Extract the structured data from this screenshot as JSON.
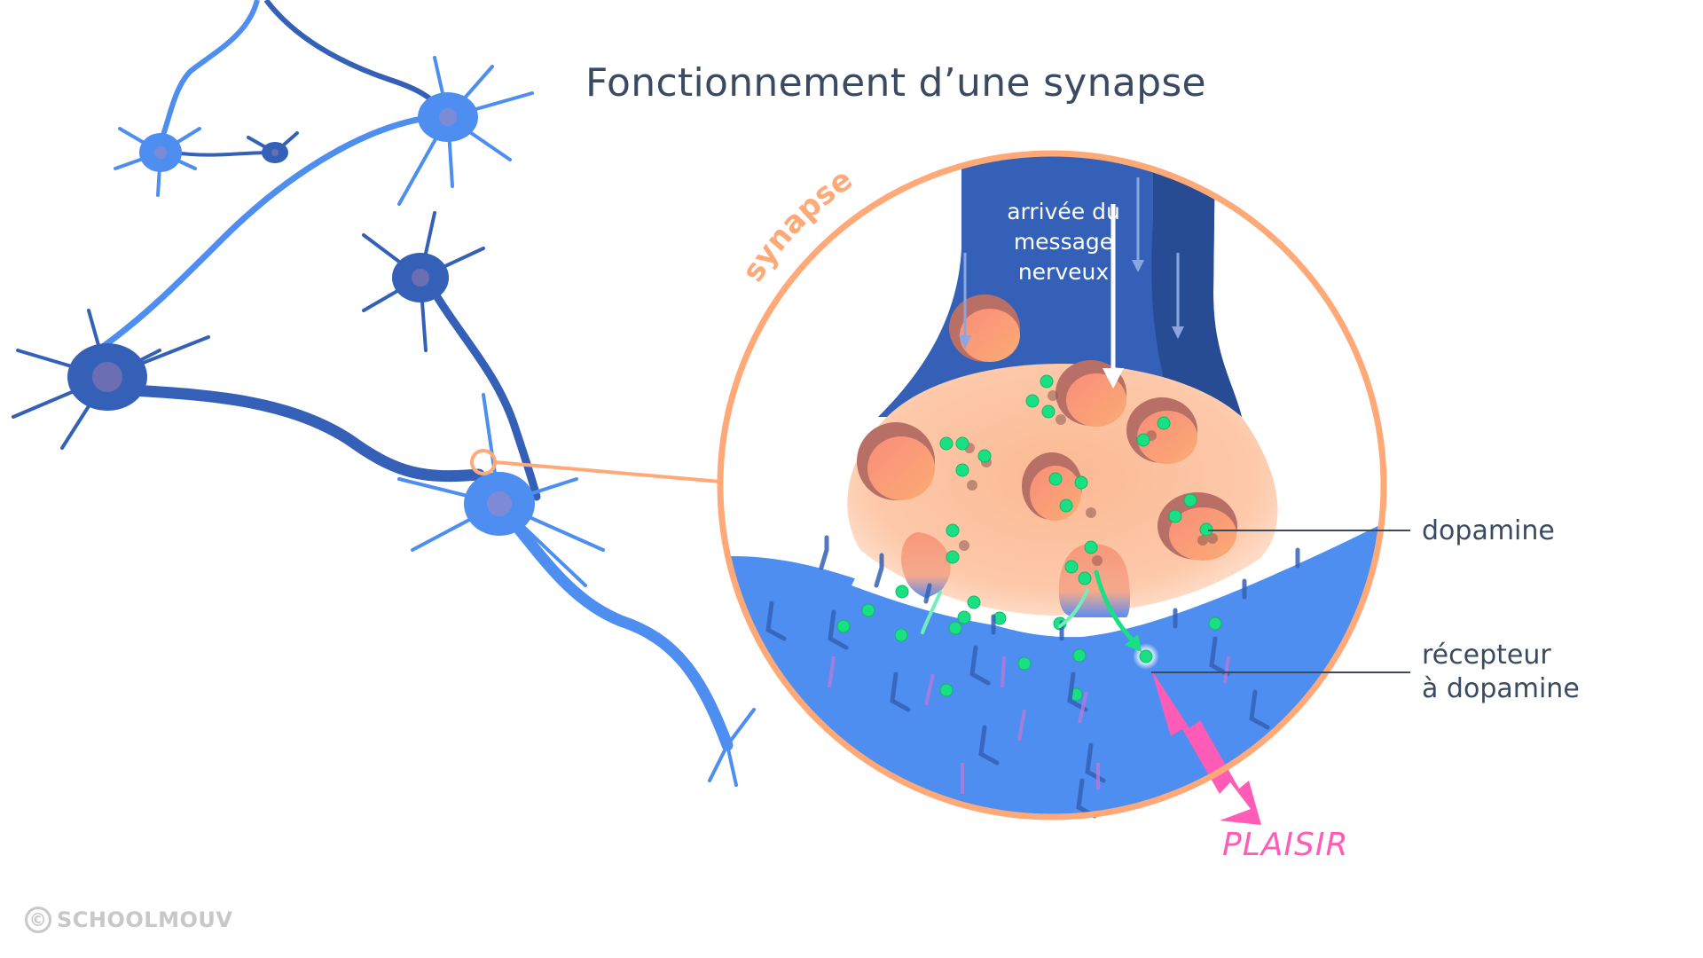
{
  "title": "Fonctionnement d’une synapse",
  "zoom_label": "synapse",
  "message_label": [
    "arrivée du",
    "message",
    "nerveux"
  ],
  "labels": {
    "dopamine": "dopamine",
    "receptor_line1": "récepteur",
    "receptor_line2": "à dopamine"
  },
  "outcome": "PLAISIR",
  "brand": {
    "copyright_symbol": "©",
    "name": "SCHOOLMOUV"
  },
  "colors": {
    "neuron_light": "#4d8ef0",
    "neuron_dark": "#3461b7",
    "axon_deep": "#274c94",
    "peach_outline": "#ffa978",
    "bouton": "#fdc6a5",
    "vesicle": "#f9997a",
    "vesicle_shadow": "#b86f66",
    "dopamine": "#19e082",
    "title_text": "#3a4a60",
    "plaisir": "#ff5cb8",
    "signal_arrow": "#b77ad8",
    "brand_gray": "#c8c8c8"
  }
}
